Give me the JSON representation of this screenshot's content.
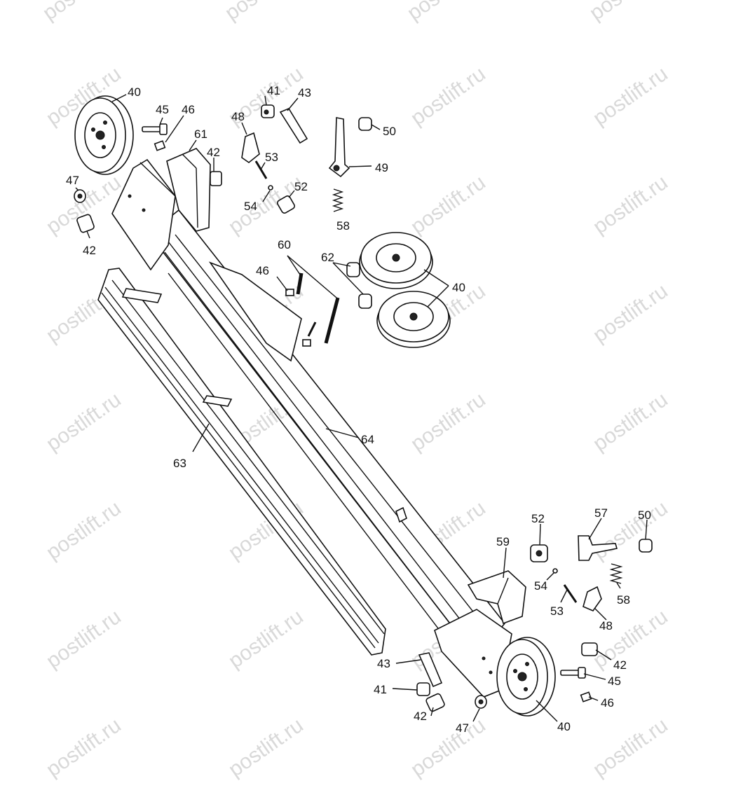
{
  "watermark": "postlift.ru",
  "callouts": {
    "c40_tl": "40",
    "c45_t": "45",
    "c46_t": "46",
    "c41_t": "41",
    "c43_t": "43",
    "c48_t": "48",
    "c61": "61",
    "c42_t": "42",
    "c50_t": "50",
    "c49": "49",
    "c53_t": "53",
    "c52_t": "52",
    "c54_t": "54",
    "c58_t": "58",
    "c47_t": "47",
    "c42_l": "42",
    "c60": "60",
    "c62": "62",
    "c46_m": "46",
    "c40_m": "40",
    "c64": "64",
    "c63": "63",
    "c52_b": "52",
    "c57": "57",
    "c50_b": "50",
    "c59": "59",
    "c54_b": "54",
    "c58_b": "58",
    "c53_b": "53",
    "c48_b": "48",
    "c42_br": "42",
    "c45_b": "45",
    "c46_b": "46",
    "c43_b": "43",
    "c41_b": "41",
    "c42_bl": "42",
    "c47_b": "47",
    "c40_b": "40"
  }
}
